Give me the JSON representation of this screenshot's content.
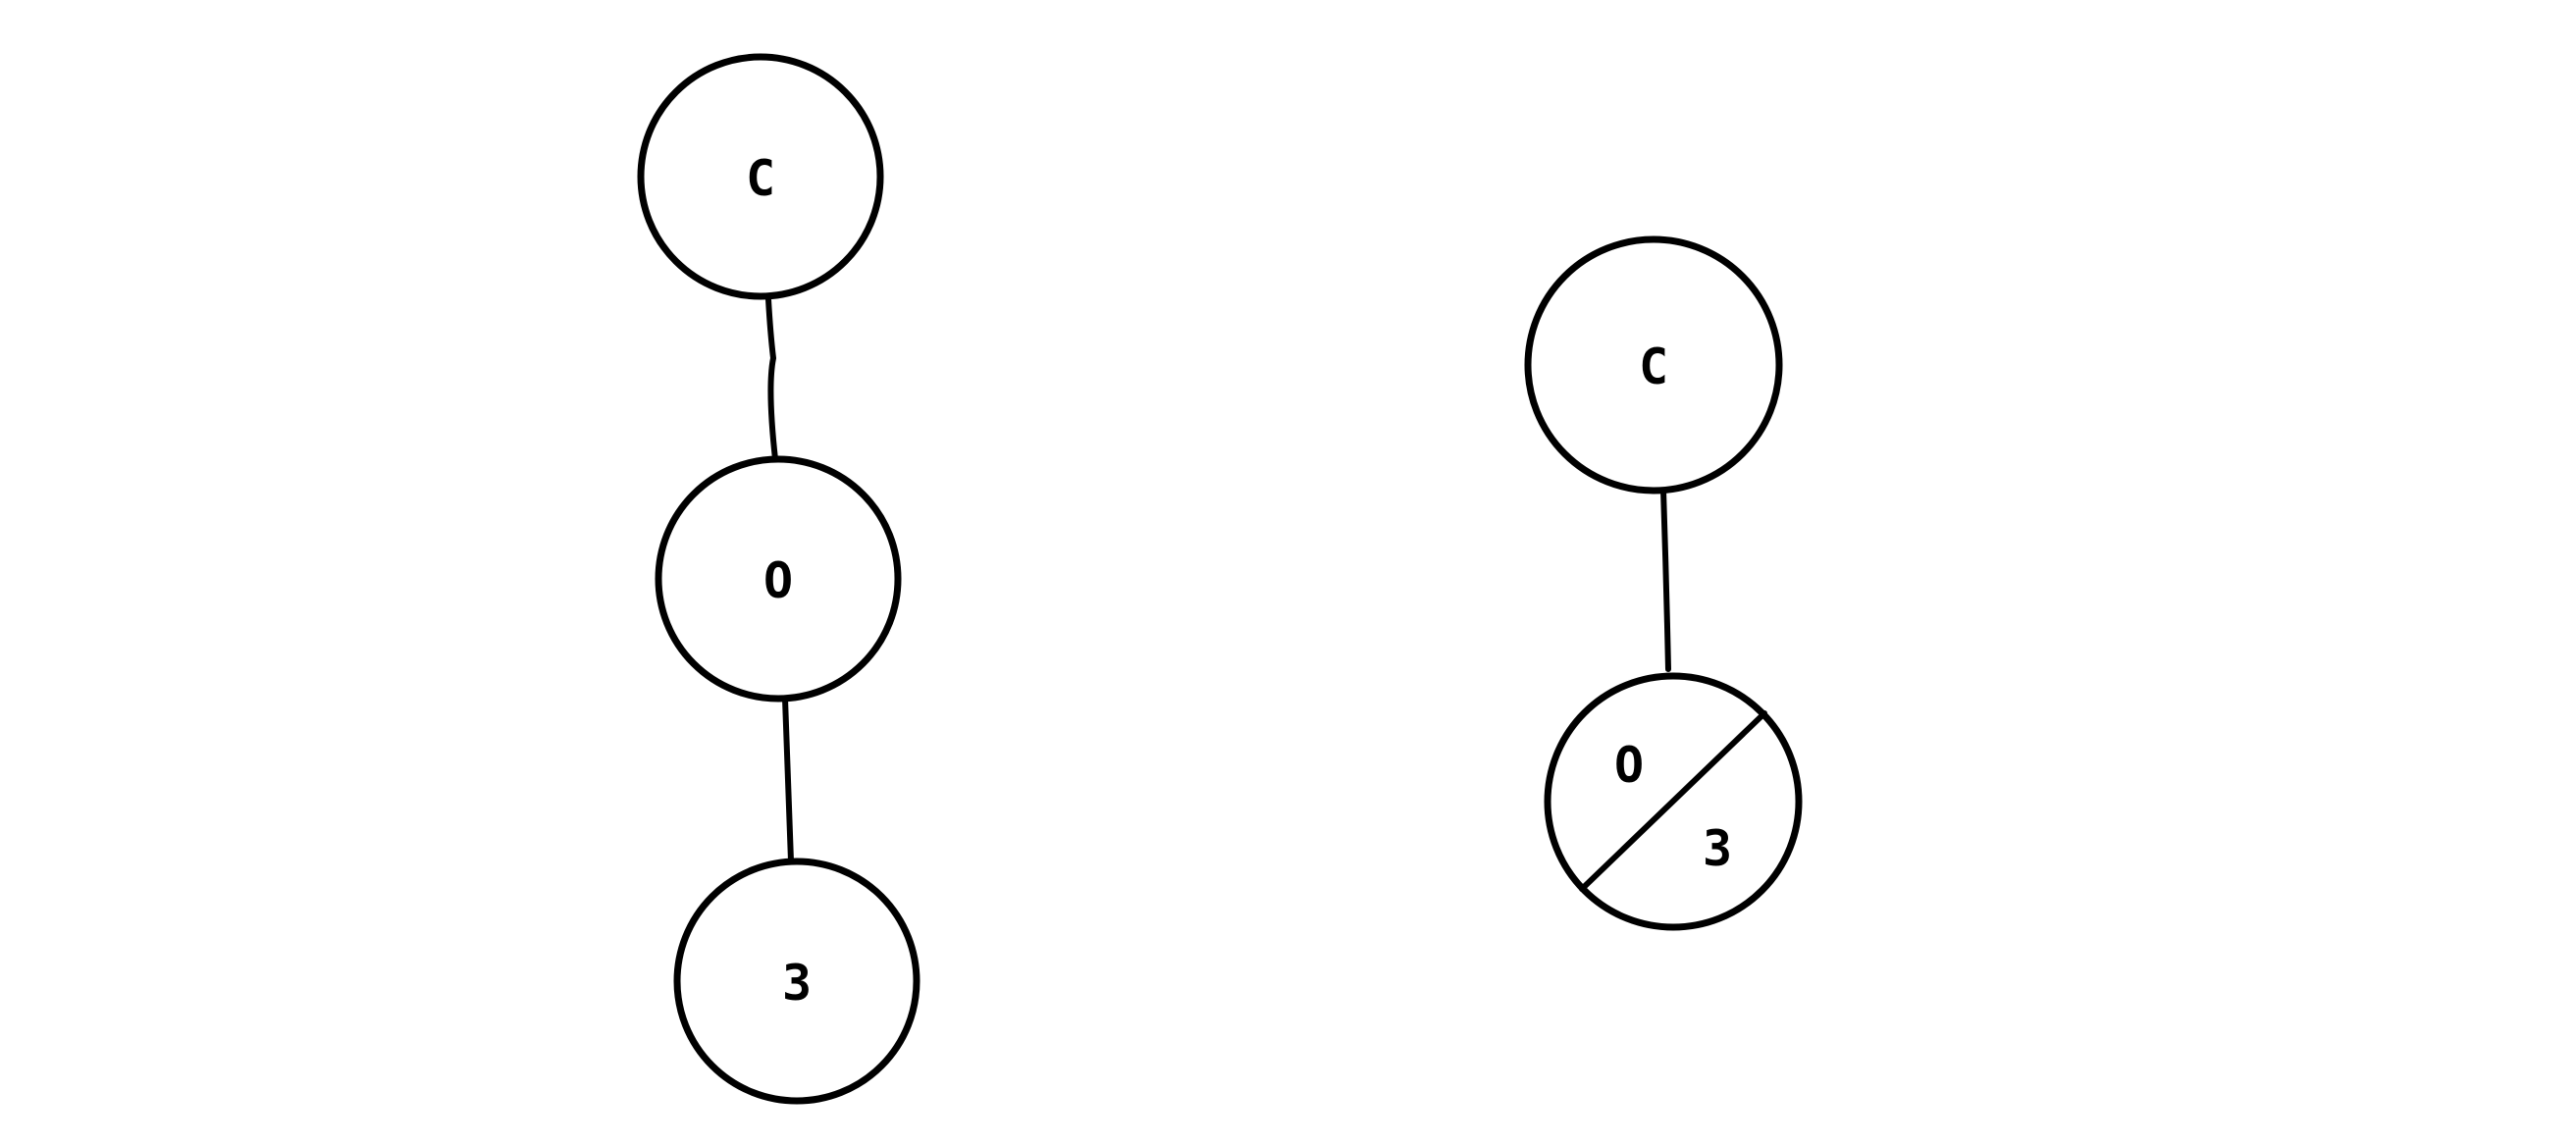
{
  "diagrams": {
    "left": {
      "nodes": [
        {
          "id": "top",
          "label": "C"
        },
        {
          "id": "middle",
          "label": "O"
        },
        {
          "id": "bottom",
          "label": "3"
        }
      ],
      "edges": [
        {
          "from": "top",
          "to": "middle"
        },
        {
          "from": "middle",
          "to": "bottom"
        }
      ]
    },
    "right": {
      "nodes": [
        {
          "id": "top",
          "label": "C"
        },
        {
          "id": "split",
          "labels": [
            "O",
            "3"
          ]
        }
      ],
      "edges": [
        {
          "from": "top",
          "to": "split"
        }
      ]
    }
  }
}
